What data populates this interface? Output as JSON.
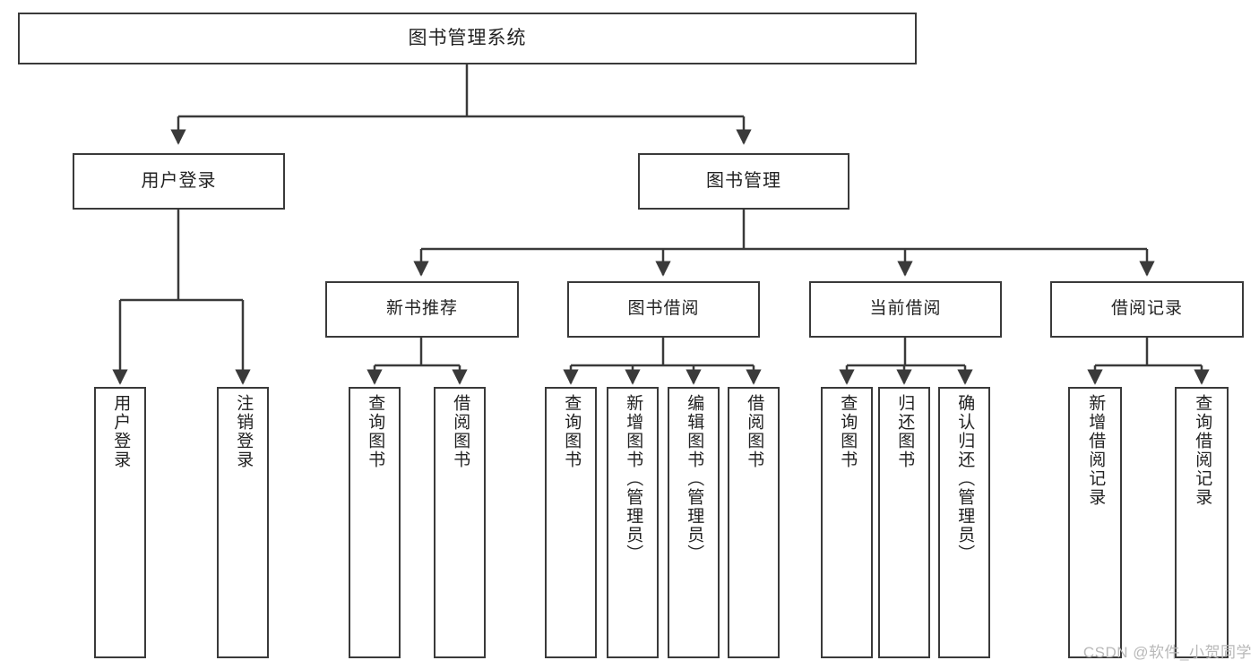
{
  "diagram": {
    "type": "tree-hierarchy",
    "title": "图书管理系统",
    "watermark": "CSDN @软件_小贺同学",
    "colors": {
      "box_border": "#3a3a3a",
      "box_fill": "#ffffff",
      "line": "#3a3a3a",
      "text": "#222222",
      "watermark": "#b8b8b8",
      "background": "#ffffff"
    },
    "levels": {
      "root": "图书管理系统",
      "level2": [
        "用户登录",
        "图书管理"
      ],
      "level3": [
        "新书推荐",
        "图书借阅",
        "当前借阅",
        "借阅记录"
      ]
    },
    "nodes": {
      "root": {
        "label": "图书管理系统"
      },
      "user_login": {
        "label": "用户登录"
      },
      "book_manage": {
        "label": "图书管理"
      },
      "new_book_rec": {
        "label": "新书推荐"
      },
      "book_borrow": {
        "label": "图书借阅"
      },
      "current_borrow": {
        "label": "当前借阅"
      },
      "borrow_record": {
        "label": "借阅记录"
      },
      "leaf_user_login": {
        "label": "用户登录"
      },
      "leaf_logout": {
        "label": "注销登录"
      },
      "leaf_query_book_1": {
        "label": "查询图书"
      },
      "leaf_borrow_book_1": {
        "label": "借阅图书"
      },
      "leaf_query_book_2": {
        "label": "查询图书"
      },
      "leaf_add_book": {
        "label": "新增图书（管理员）"
      },
      "leaf_edit_book": {
        "label": "编辑图书（管理员）"
      },
      "leaf_borrow_book_2": {
        "label": "借阅图书"
      },
      "leaf_query_book_3": {
        "label": "查询图书"
      },
      "leaf_return_book": {
        "label": "归还图书"
      },
      "leaf_confirm_return": {
        "label": "确认归还（管理员）"
      },
      "leaf_add_record": {
        "label": "新增借阅记录"
      },
      "leaf_query_record": {
        "label": "查询借阅记录"
      }
    },
    "edges": [
      {
        "from": "root",
        "to": "user_login"
      },
      {
        "from": "root",
        "to": "book_manage"
      },
      {
        "from": "user_login",
        "to": "leaf_user_login"
      },
      {
        "from": "user_login",
        "to": "leaf_logout"
      },
      {
        "from": "book_manage",
        "to": "new_book_rec"
      },
      {
        "from": "book_manage",
        "to": "book_borrow"
      },
      {
        "from": "book_manage",
        "to": "current_borrow"
      },
      {
        "from": "book_manage",
        "to": "borrow_record"
      },
      {
        "from": "new_book_rec",
        "to": "leaf_query_book_1"
      },
      {
        "from": "new_book_rec",
        "to": "leaf_borrow_book_1"
      },
      {
        "from": "book_borrow",
        "to": "leaf_query_book_2"
      },
      {
        "from": "book_borrow",
        "to": "leaf_add_book"
      },
      {
        "from": "book_borrow",
        "to": "leaf_edit_book"
      },
      {
        "from": "book_borrow",
        "to": "leaf_borrow_book_2"
      },
      {
        "from": "current_borrow",
        "to": "leaf_query_book_3"
      },
      {
        "from": "current_borrow",
        "to": "leaf_return_book"
      },
      {
        "from": "current_borrow",
        "to": "leaf_confirm_return"
      },
      {
        "from": "borrow_record",
        "to": "leaf_add_record"
      },
      {
        "from": "borrow_record",
        "to": "leaf_query_record"
      }
    ]
  }
}
